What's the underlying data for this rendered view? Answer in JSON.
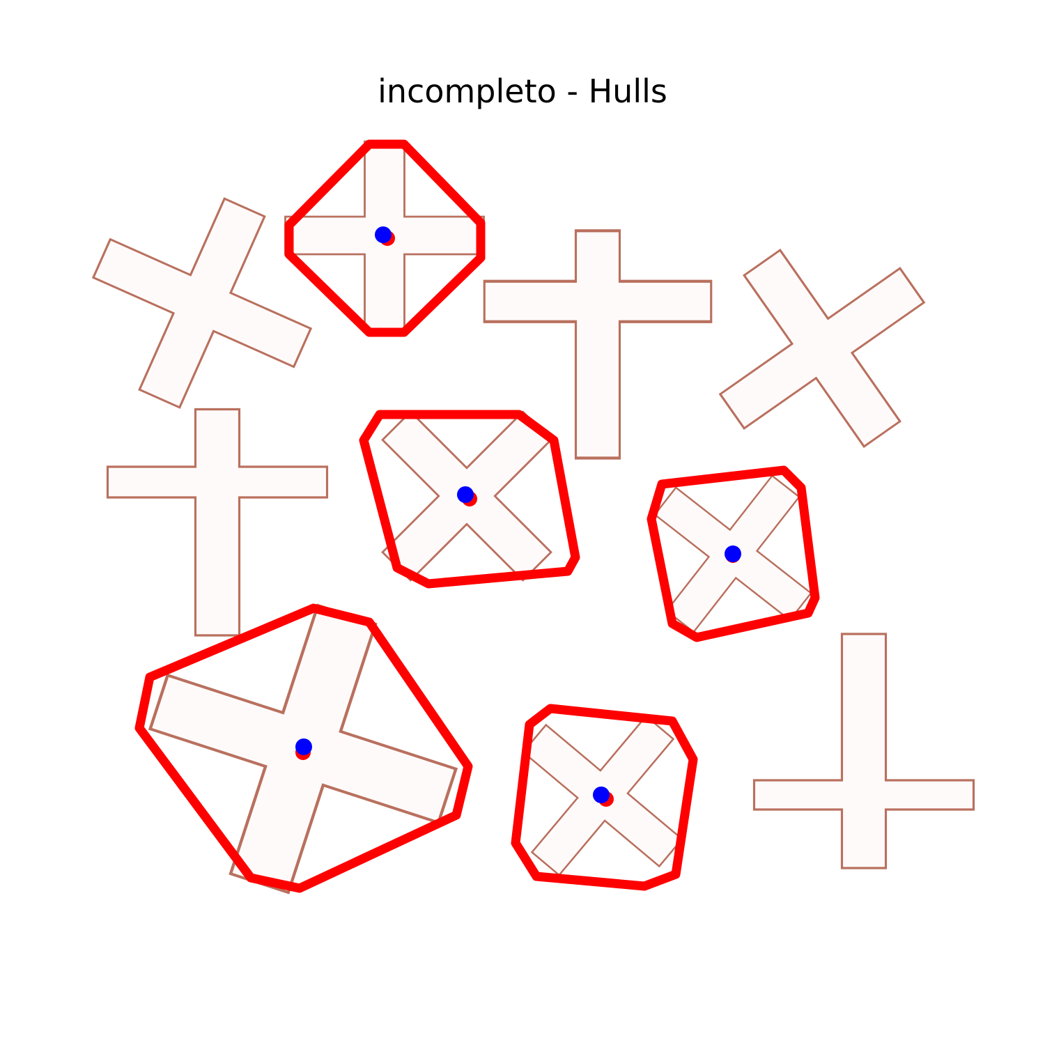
{
  "title": "incompleto - Hulls",
  "colors": {
    "background": "#ffffff",
    "cross_outline": "#b9705e",
    "cross_fill": "#fffafa",
    "hull": "#ff0000",
    "centroid": "#0000ff",
    "centroid_shadow": "#ff0000"
  },
  "hull_count": 5,
  "cross_count": 10
}
